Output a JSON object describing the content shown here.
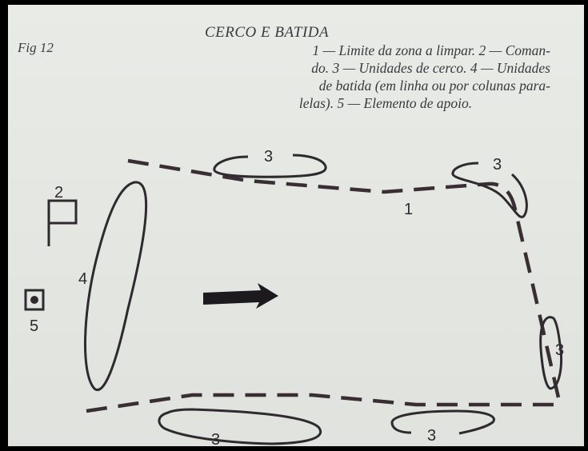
{
  "figure": {
    "label": "Fig 12",
    "title": "CERCO E BATIDA",
    "caption_lines": [
      "1 — Limite da zona a limpar. 2 — Coman-",
      "do. 3 — Unidades de cerco. 4 — Unidades",
      "de batida (em linha ou por colunas para-",
      "lelas). 5 — Elemento de apoio."
    ]
  },
  "diagram": {
    "numbers": {
      "boundary": "1",
      "command": "2",
      "encircle": "3",
      "sweep": "4",
      "support": "5"
    },
    "ink_color": "#3a2e35"
  }
}
